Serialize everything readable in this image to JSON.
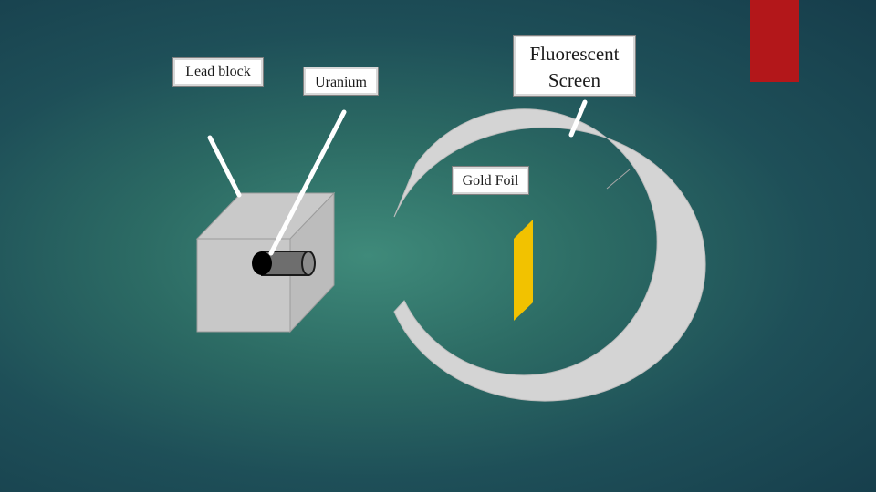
{
  "labels": {
    "lead_block": "Lead block",
    "uranium": "Uranium",
    "fluorescent_screen": "Fluorescent Screen",
    "gold_foil": "Gold Foil"
  },
  "colors": {
    "accent_bar": "#b3171a",
    "lead_block_fill": "#c8c8c8",
    "screen_fill": "#d4d4d4",
    "gold_foil_fill": "#f2c200",
    "pointer_lines": "#ffffff"
  }
}
